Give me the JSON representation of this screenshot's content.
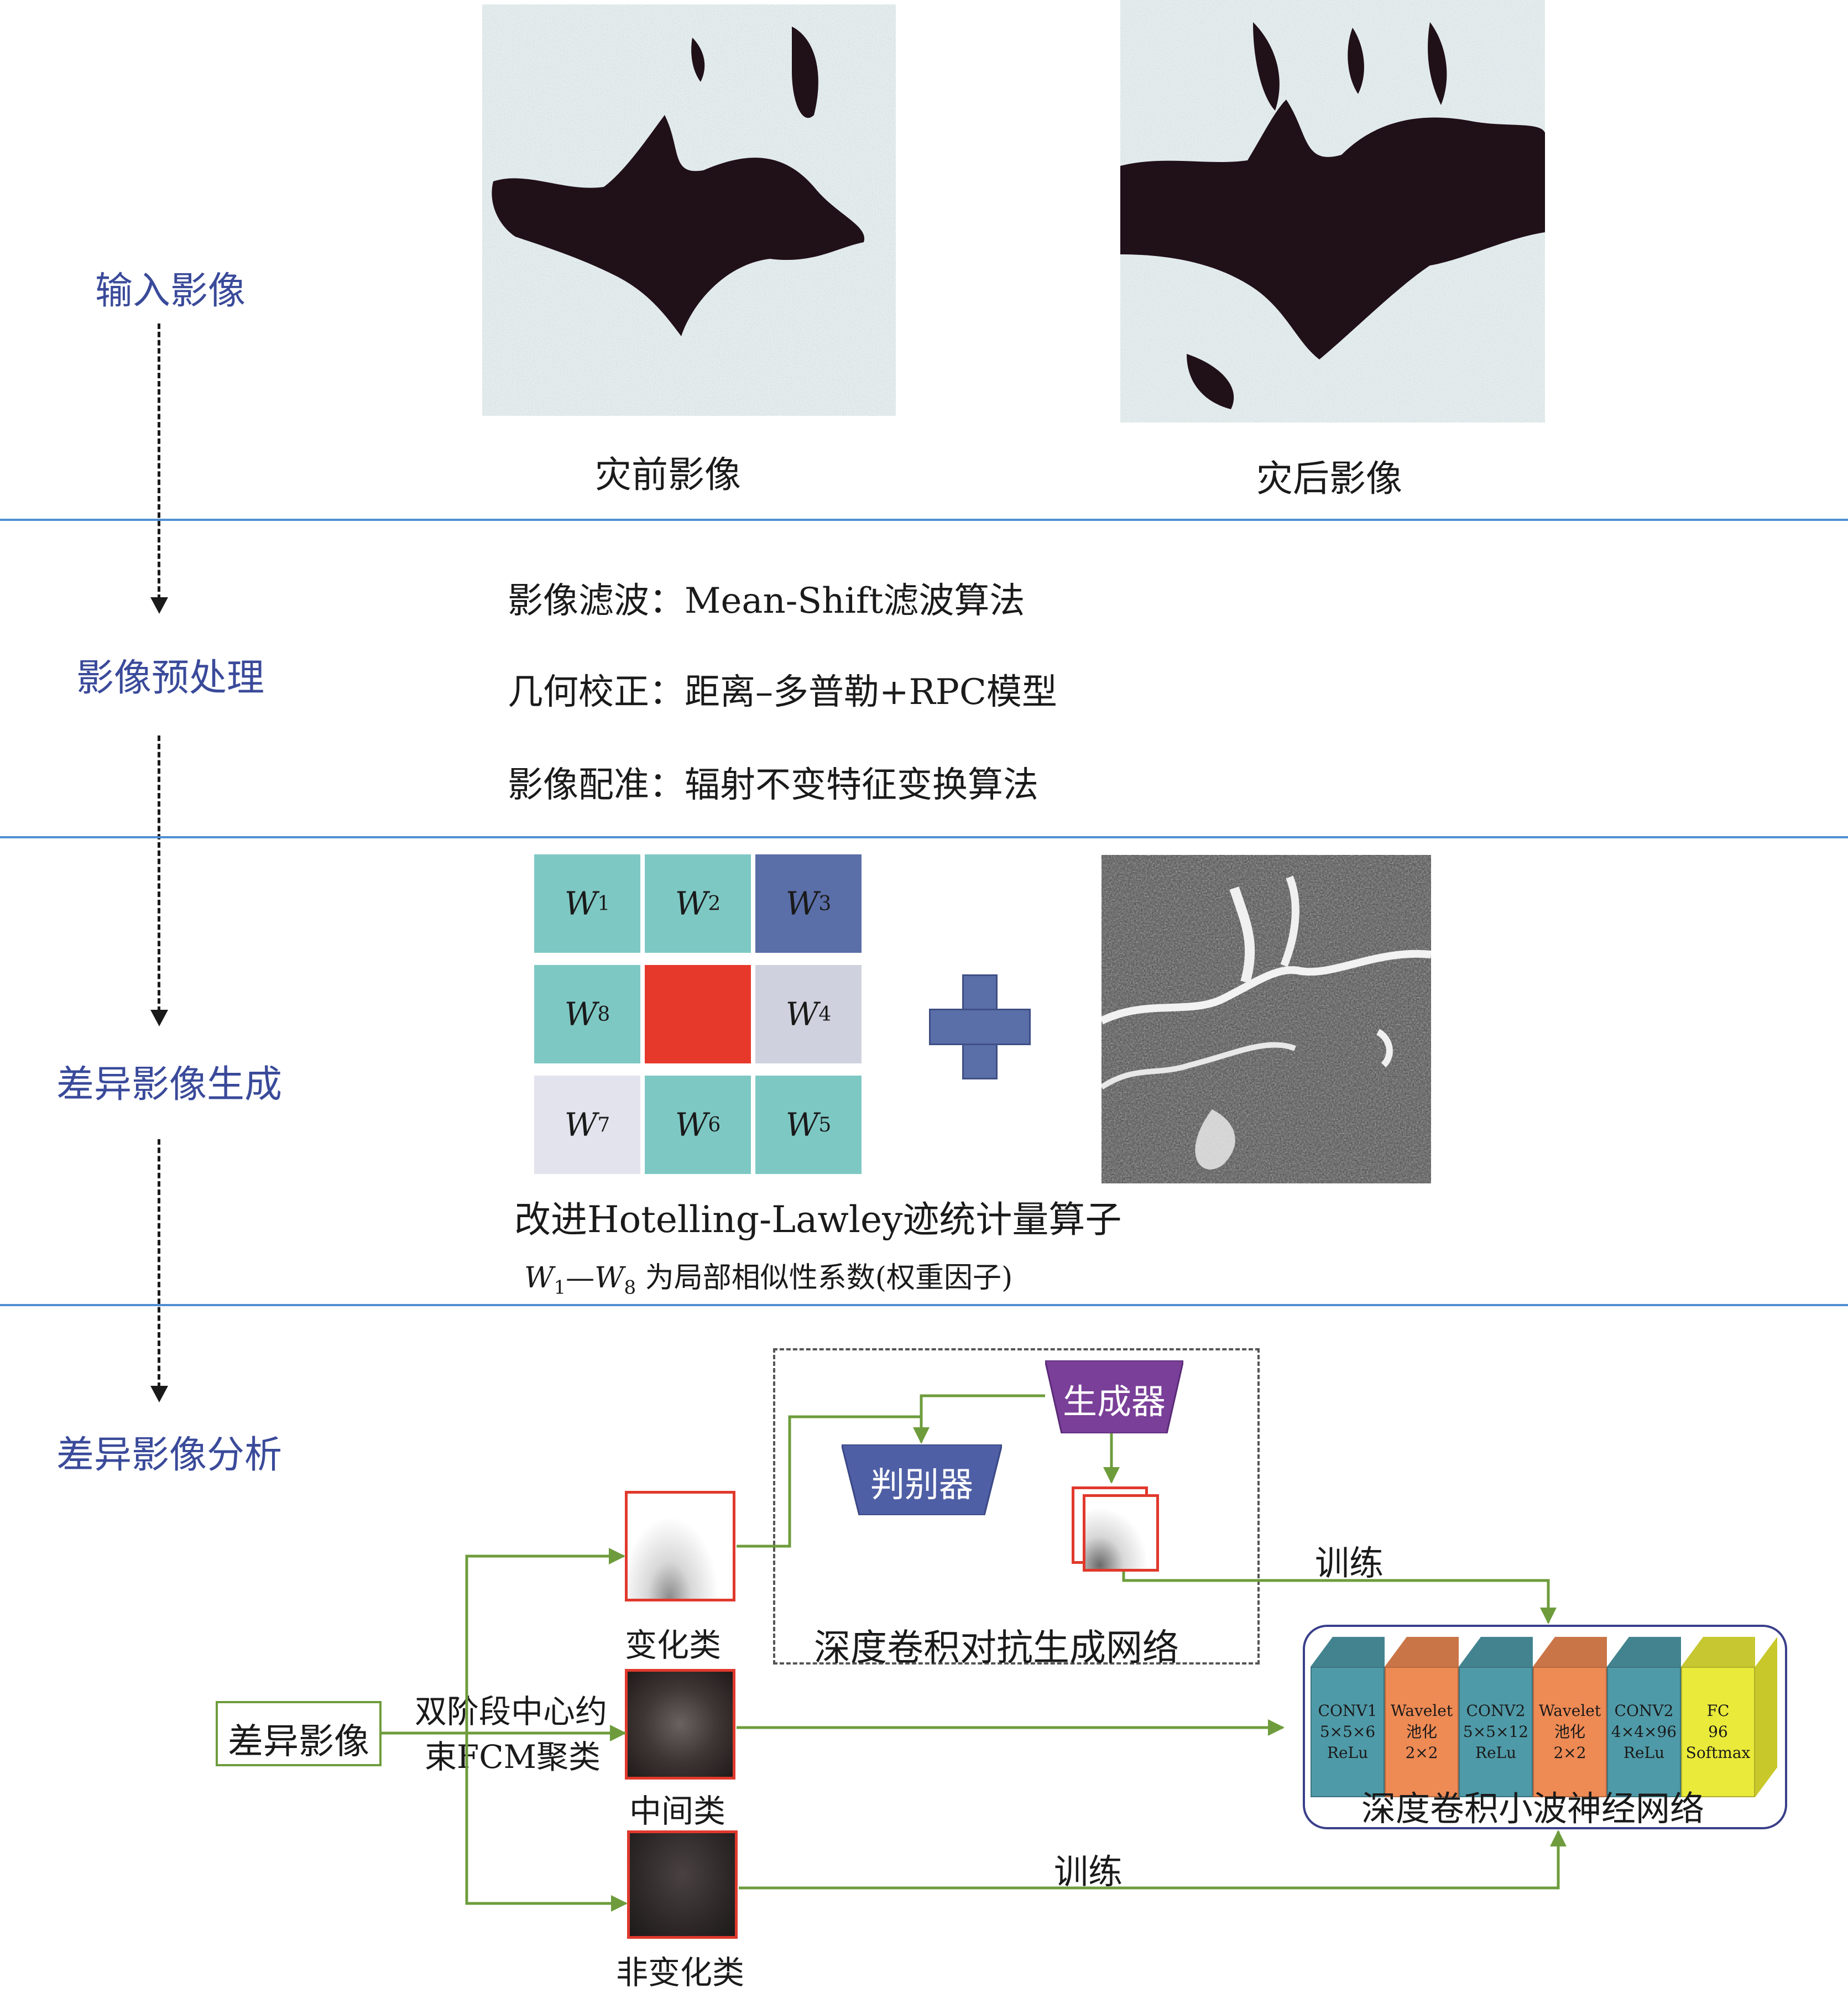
{
  "stages": {
    "input": "输入影像",
    "preprocess": "影像预处理",
    "diff_gen": "差异影像生成",
    "diff_analysis": "差异影像分析"
  },
  "input_images": {
    "pre": "灾前影像",
    "post": "灾后影像"
  },
  "preprocess_steps": [
    "影像滤波：Mean-Shift滤波算法",
    "几何校正：距离–多普勒+RPC模型",
    "影像配准：辐射不变特征变换算法"
  ],
  "weight_grid": {
    "cells": [
      {
        "sym": "W",
        "sub": "1",
        "color": "#7ec8c4"
      },
      {
        "sym": "W",
        "sub": "2",
        "color": "#7ec8c4"
      },
      {
        "sym": "W",
        "sub": "3",
        "color": "#5a6ea8"
      },
      {
        "sym": "W",
        "sub": "8",
        "color": "#7ec8c4"
      },
      {
        "sym": "",
        "sub": "",
        "color": "#e6392c"
      },
      {
        "sym": "W",
        "sub": "4",
        "color": "#cfd2de"
      },
      {
        "sym": "W",
        "sub": "7",
        "color": "#e2e3ec"
      },
      {
        "sym": "W",
        "sub": "6",
        "color": "#7ec8c4"
      },
      {
        "sym": "W",
        "sub": "5",
        "color": "#7ec8c4"
      }
    ],
    "operator_label": "改进Hotelling-Lawley迹统计量算子",
    "caption_w1": "W",
    "caption_sub1": "1",
    "caption_dash": "—",
    "caption_w8": "W",
    "caption_sub8": "8",
    "caption_text": " 为局部相似性系数(权重因子)"
  },
  "analysis": {
    "diff_image": "差异影像",
    "fcm_line1": "双阶段中心约",
    "fcm_line2": "束FCM聚类",
    "class_changed": "变化类",
    "class_middle": "中间类",
    "class_unchanged": "非变化类",
    "gan_generator": "生成器",
    "gan_discriminator": "判别器",
    "gan_label": "深度卷积对抗生成网络",
    "train_top": "训练",
    "train_bottom": "训练",
    "net_label": "深度卷积小波神经网络",
    "net_blocks": [
      {
        "l1": "CONV1",
        "l2": "5×5×6",
        "l3": "ReLu",
        "color": "#4f9aa8"
      },
      {
        "l1": "Wavelet",
        "l2": "池化",
        "l3": "2×2",
        "color": "#ee8a54"
      },
      {
        "l1": "CONV2",
        "l2": "5×5×12",
        "l3": "ReLu",
        "color": "#4f9aa8"
      },
      {
        "l1": "Wavelet",
        "l2": "池化",
        "l3": "2×2",
        "color": "#ee8a54"
      },
      {
        "l1": "CONV2",
        "l2": "4×4×96",
        "l3": "ReLu",
        "color": "#4f9aa8"
      },
      {
        "l1": "FC",
        "l2": "96",
        "l3": "Softmax",
        "color": "#eaea3a"
      }
    ]
  },
  "colors": {
    "stage_text": "#3a4a9a",
    "divider": "#4f8fd2",
    "flow_arrow": "#6e9c3c",
    "generator": "#7a3f98",
    "discriminator": "#4f5fa5",
    "plus": "#5a6ea8",
    "patch_border": "#e0392c"
  }
}
